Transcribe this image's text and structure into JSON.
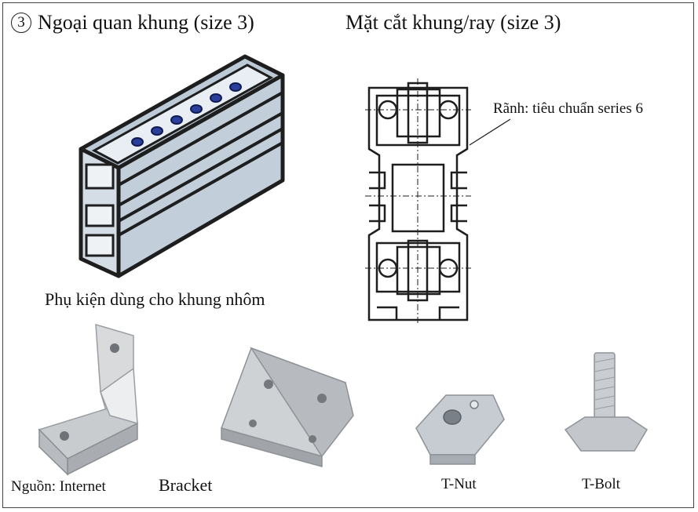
{
  "section": {
    "number": "3",
    "title_left": "Ngoại quan khung (size 3)",
    "title_right": "Mặt cắt khung/ray (size 3)"
  },
  "annotation": {
    "groove": "Rãnh: tiêu chuẩn series 6"
  },
  "accessories": {
    "heading": "Phụ kiện dùng cho khung nhôm",
    "items": [
      {
        "label": "Bracket"
      },
      {
        "label": "T-Nut"
      },
      {
        "label": "T-Bolt"
      }
    ]
  },
  "source": "Nguồn: Internet",
  "colors": {
    "profile_face": "#bcc9d6",
    "profile_dark": "#1e1e1e",
    "balls": "#2a3f9b",
    "metal": "#c4c8cc"
  }
}
